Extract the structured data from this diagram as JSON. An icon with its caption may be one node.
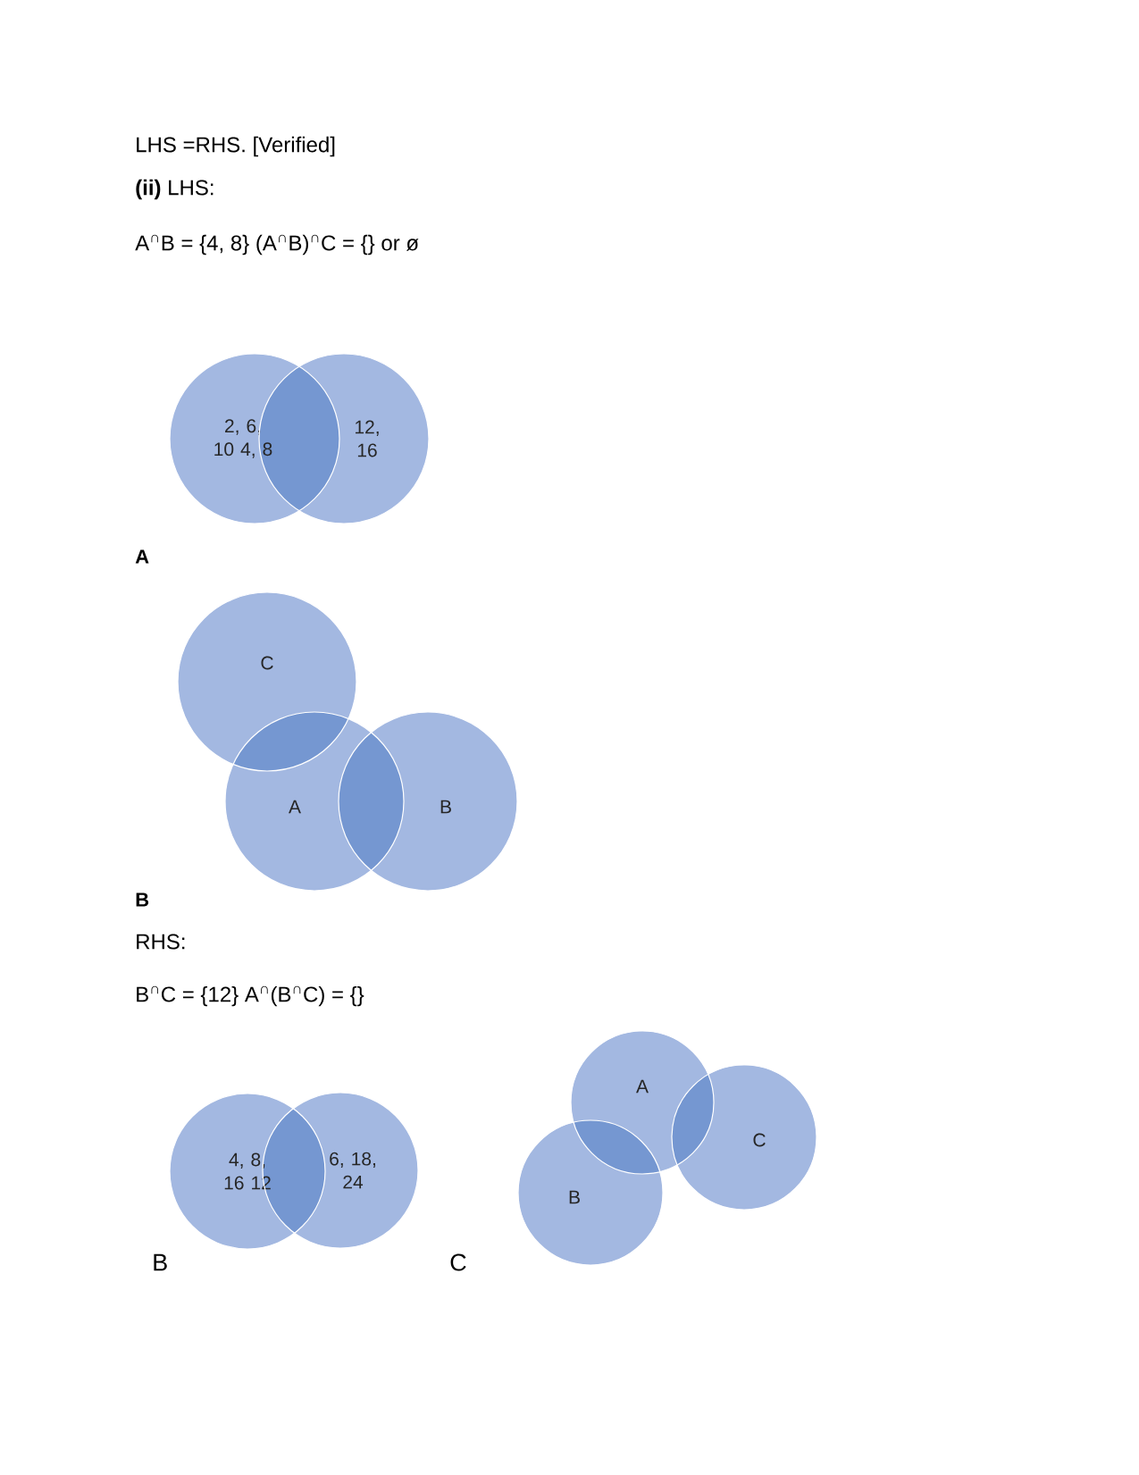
{
  "diagram": {
    "nodes": [
      {
        "text": [
          "2, 6, 10 4, 8"
        ]
      },
      {
        "text": [
          "12, 16"
        ]
      },
      {
        "text": [
          "C"
        ]
      },
      {
        "text": [
          "A"
        ]
      },
      {
        "text": [
          "B"
        ]
      },
      {
        "text": [
          "4, 8, 16 12"
        ]
      },
      {
        "text": [
          "6, 18, 24"
        ]
      },
      {
        "text": [
          "A"
        ]
      },
      {
        "text": [
          "C"
        ]
      },
      {
        "text": [
          "B"
        ]
      }
    ],
    "labels": [
      "LHS =RHS. [Verified]",
      "**(ii)** LHS:",
      "A$^{∩}$B = {4, 8} (A$^{∩}$B)$^{∩}$C = {} or ø",
      "A",
      "B",
      "RHS:",
      "B$^{∩}$C = {12} A$^{∩}$(B$^{∩}$C) = {}",
      "B",
      "C"
    ]
  }
}
